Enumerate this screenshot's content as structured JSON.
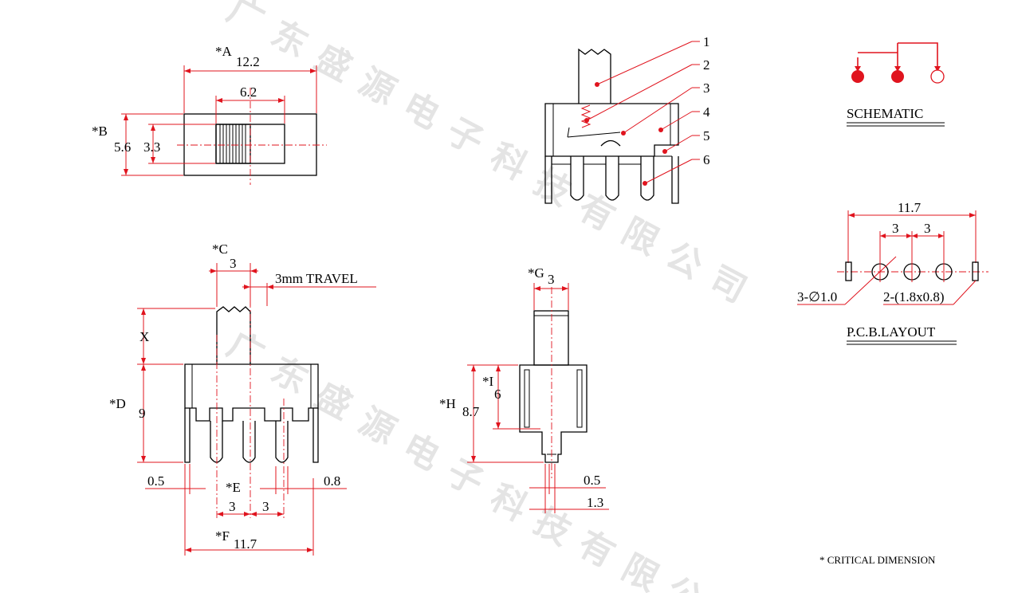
{
  "watermark": [
    "广",
    "东",
    "盛",
    "源",
    "电",
    "子",
    "科",
    "技",
    "有",
    "限",
    "公",
    "司"
  ],
  "top_view": {
    "dim_a_label": "*A",
    "dim_a": "12.2",
    "dim_inner": "6.2",
    "dim_b_label": "*B",
    "dim_b": "5.6",
    "dim_slot": "3.3"
  },
  "section_view": {
    "callouts": [
      "1",
      "2",
      "3",
      "4",
      "5",
      "6"
    ]
  },
  "schematic": {
    "title": "SCHEMATIC"
  },
  "pcb_layout": {
    "title": "P.C.B.LAYOUT",
    "overall": "11.7",
    "pitch_1": "3",
    "pitch_2": "3",
    "holes": "3-∅1.0",
    "slots": "2-(1.8x0.8)"
  },
  "front_view": {
    "dim_c_label": "*C",
    "dim_c": "3",
    "travel": "3mm TRAVEL",
    "dim_x": "X",
    "dim_d_label": "*D",
    "dim_d": "9",
    "dim_lead_left": "0.5",
    "dim_lead_right": "0.8",
    "dim_e_label": "*E",
    "dim_e1": "3",
    "dim_e2": "3",
    "dim_f_label": "*F",
    "dim_f": "11.7"
  },
  "side_view": {
    "dim_g_label": "*G",
    "dim_g": "3",
    "dim_h_label": "*H",
    "dim_h": "8.7",
    "dim_i_label": "*I",
    "dim_i": "6",
    "dim_pin": "0.5",
    "dim_step": "1.3"
  },
  "note": "* CRITICAL  DIMENSION"
}
